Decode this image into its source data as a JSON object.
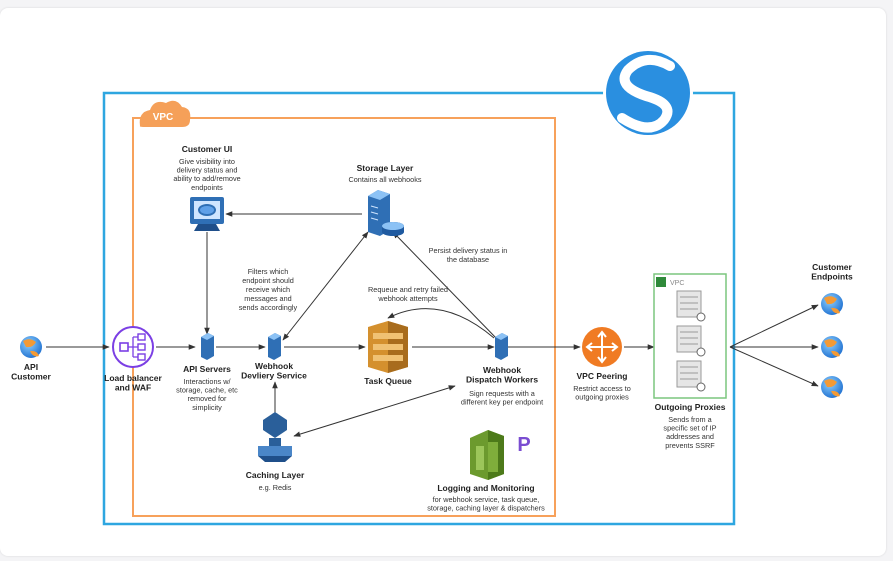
{
  "vpc_label": "VPC",
  "peered_vpc_label": "VPC",
  "nodes": {
    "api_customer": {
      "title": [
        "API",
        "Customer"
      ]
    },
    "load_balancer": {
      "title": [
        "Load balancer",
        "and WAF"
      ]
    },
    "customer_ui": {
      "title": [
        "Customer UI"
      ],
      "desc": [
        "Give visibility into",
        "delivery status and",
        "ability to add/remove",
        "endpoints"
      ]
    },
    "storage_layer": {
      "title": [
        "Storage Layer"
      ],
      "desc": [
        "Contains all webhooks"
      ]
    },
    "api_servers": {
      "title": [
        "API Servers"
      ],
      "desc": [
        "Interactions w/",
        "storage, cache, etc",
        "removed for",
        "simplicity"
      ]
    },
    "webhook_delivery": {
      "title": [
        "Webhook",
        "Devliery Service"
      ]
    },
    "task_queue": {
      "title": [
        "Task Queue"
      ]
    },
    "dispatch_workers": {
      "title": [
        "Webhook",
        "Dispatch Workers"
      ],
      "desc": [
        "Sign requests with a",
        "different key per endpoint"
      ]
    },
    "caching_layer": {
      "title": [
        "Caching Layer"
      ],
      "desc": [
        "e.g. Redis"
      ]
    },
    "logging": {
      "title": [
        "Logging and Monitoring"
      ],
      "desc": [
        "for webhook service, task queue,",
        "storage, caching layer & dispatchers"
      ]
    },
    "vpc_peering": {
      "title": [
        "VPC Peering"
      ],
      "desc": [
        "Restrict access to",
        "outgoing proxies"
      ]
    },
    "outgoing_proxies": {
      "title": [
        "Outgoing Proxies"
      ],
      "desc": [
        "Sends from a",
        "specific set of IP",
        "addresses and",
        "prevents SSRF"
      ]
    },
    "customer_endpoints": {
      "title": [
        "Customer",
        "Endpoints"
      ]
    }
  },
  "annotations": {
    "filters": [
      "Filters which",
      "endpoint should",
      "receive which",
      "messages and",
      "sends accordingly"
    ],
    "persist": [
      "Persist delivery status in",
      "the database"
    ],
    "requeue": [
      "Requeue and retry failed",
      "webhook attempts"
    ]
  },
  "colors": {
    "vpc_outer": "#2ea6e0",
    "vpc_inner": "#f7a15b",
    "vpc_badge": "#f5a059",
    "server_blue": "#2f6fb5",
    "queue_orange": "#d4902e",
    "cache_blue": "#2a5f9a",
    "logging_green": "#6c9a2e",
    "peering_orange": "#f07b23",
    "proxy_border": "#7bc67e",
    "brand_blue": "#2a8fe0",
    "brand_purple": "#7a4dd1"
  },
  "icons": [
    "globe-icon",
    "load-balancer-icon",
    "monitor-icon",
    "database-server-icon",
    "server-icon",
    "queue-icon",
    "cache-icon",
    "cloudwatch-icon",
    "peering-icon",
    "proxy-server-icon",
    "brand-logo-icon"
  ]
}
